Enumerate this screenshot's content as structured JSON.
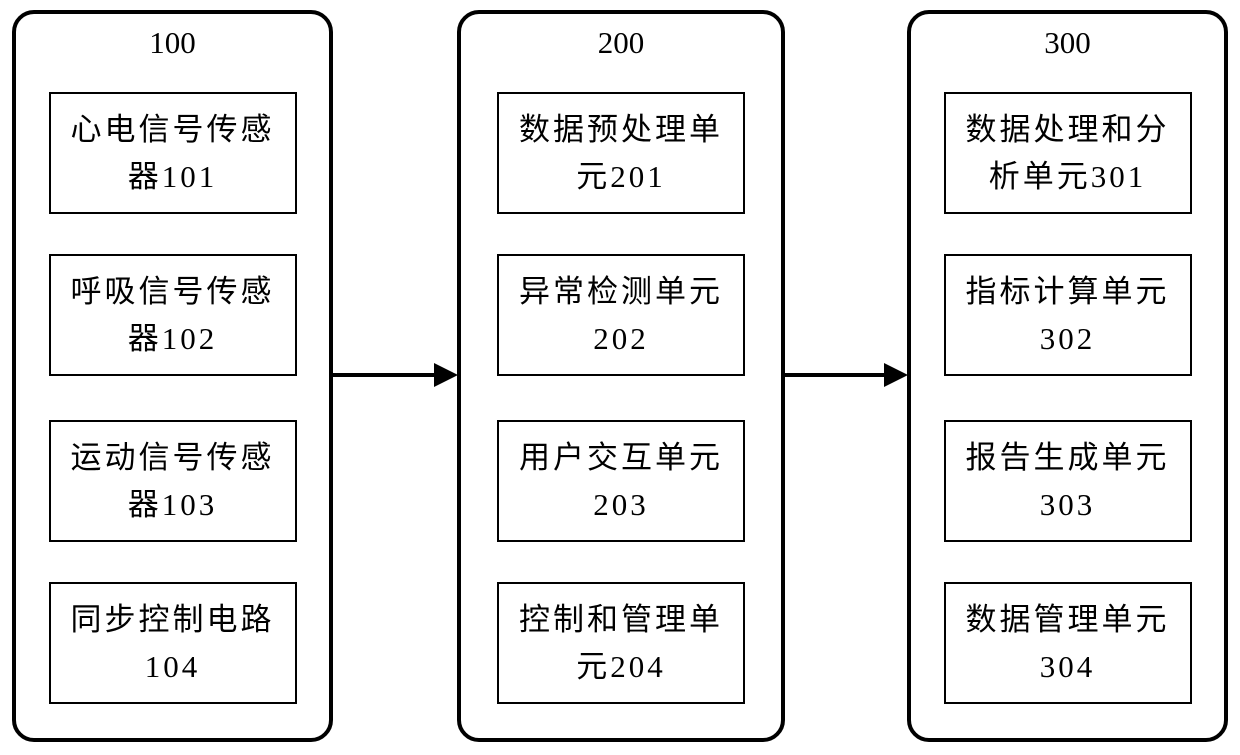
{
  "diagram": {
    "background": "#ffffff",
    "stroke_color": "#000000",
    "groups": [
      {
        "label": "100",
        "boxes": [
          {
            "label": "心电信号传感器101"
          },
          {
            "label": "呼吸信号传感器102"
          },
          {
            "label": "运动信号传感器103"
          },
          {
            "label": "同步控制电路104"
          }
        ]
      },
      {
        "label": "200",
        "boxes": [
          {
            "label": "数据预处理单元201"
          },
          {
            "label": "异常检测单元202"
          },
          {
            "label": "用户交互单元203"
          },
          {
            "label": "控制和管理单元204"
          }
        ]
      },
      {
        "label": "300",
        "boxes": [
          {
            "label": "数据处理和分析单元301"
          },
          {
            "label": "指标计算单元302"
          },
          {
            "label": "报告生成单元303"
          },
          {
            "label": "数据管理单元304"
          }
        ]
      }
    ],
    "arrows": [
      {
        "from": "100",
        "to": "200"
      },
      {
        "from": "200",
        "to": "300"
      }
    ]
  }
}
